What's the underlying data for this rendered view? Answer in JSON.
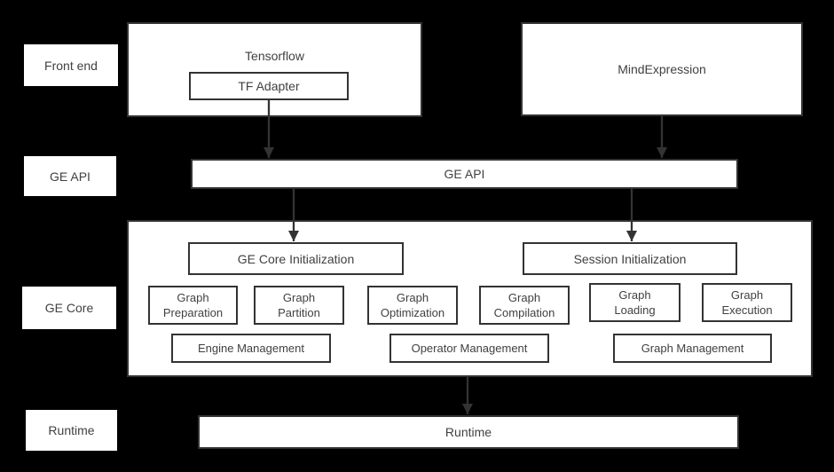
{
  "colors": {
    "background": "#000000",
    "box_fill": "#ffffff",
    "box_border": "#333333",
    "text": "#414141",
    "arrow": "#333333"
  },
  "rail": {
    "front_end": "Front end",
    "ge_api": "GE API",
    "ge_core": "GE Core",
    "runtime": "Runtime"
  },
  "front_end": {
    "tensorflow": "Tensorflow",
    "tf_adapter": "TF Adapter",
    "mind_expression": "MindExpression"
  },
  "ge_api_bar": "GE API",
  "ge_core": {
    "ge_core_init": "GE Core Initialization",
    "session_init": "Session Initialization",
    "modules": [
      "Graph\nPreparation",
      "Graph\nPartition",
      "Graph\nOptimization",
      "Graph\nCompilation",
      "Graph\nLoading",
      "Graph\nExecution"
    ],
    "management": [
      "Engine Management",
      "Operator Management",
      "Graph Management"
    ]
  },
  "runtime_bar": "Runtime"
}
